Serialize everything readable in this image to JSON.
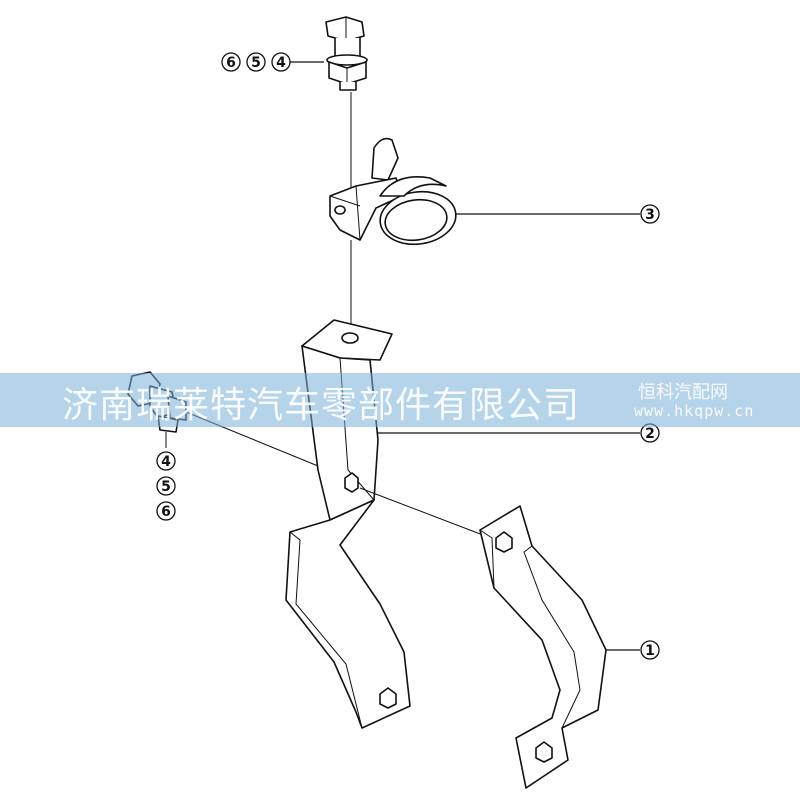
{
  "callouts": {
    "top_group": [
      "6",
      "5",
      "4"
    ],
    "left_group": [
      "4",
      "5",
      "6"
    ],
    "clamp": "3",
    "bracket": "2",
    "strap": "1"
  },
  "watermark": {
    "company": "济南瑞莱特汽车零部件有限公司",
    "brand": "恒科汽配网",
    "url": "www.hkqpw.cn"
  }
}
